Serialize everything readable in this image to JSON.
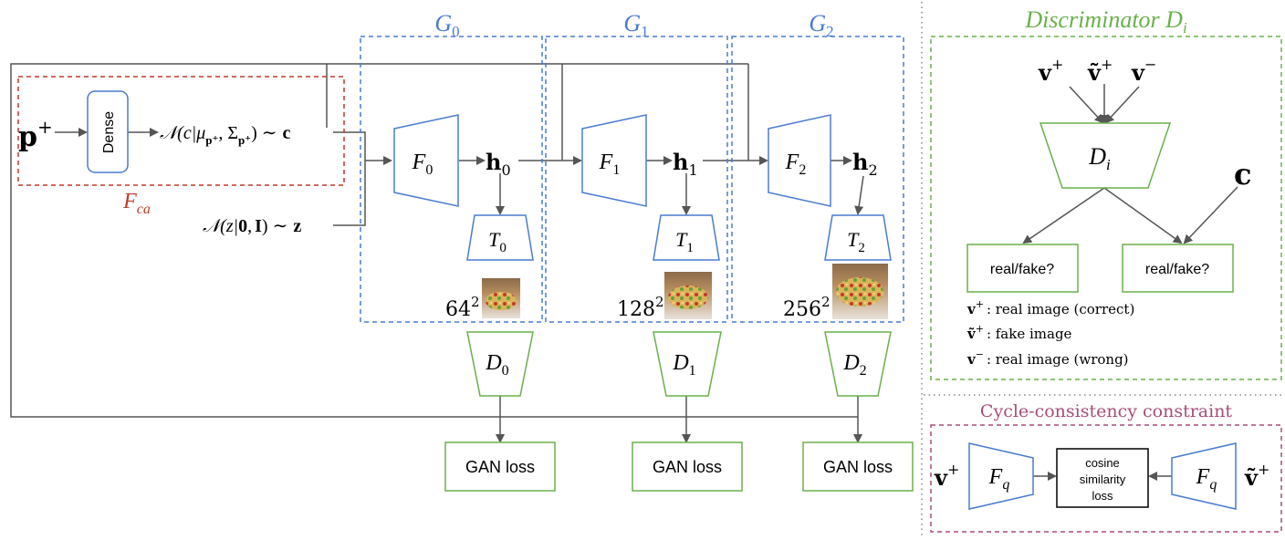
{
  "generators": {
    "g0": {
      "title_base": "G",
      "title_sub": "0",
      "res_base": "64",
      "res_exp": "2"
    },
    "g1": {
      "title_base": "G",
      "title_sub": "1",
      "res_base": "128",
      "res_exp": "2"
    },
    "g2": {
      "title_base": "G",
      "title_sub": "2",
      "res_base": "256",
      "res_exp": "2"
    }
  },
  "input": {
    "p": "p",
    "p_sup": "+",
    "dense_label": "Dense",
    "fca_base": "F",
    "fca_sub": "ca",
    "cond_dist": "𝒩(c|μ",
    "cond_mu_sub": "p⁺",
    "cond_sigma": ", Σ",
    "cond_sigma_sub": "p⁺",
    "cond_tail": ") ∼",
    "c": "c",
    "noise_dist": "𝒩(z|",
    "noise_zero": "0",
    "noise_comma": ",",
    "noise_I": "I",
    "noise_tail": ") ∼",
    "z": "z"
  },
  "blocks": {
    "f0": {
      "base": "F",
      "sub": "0"
    },
    "f1": {
      "base": "F",
      "sub": "1"
    },
    "f2": {
      "base": "F",
      "sub": "2"
    },
    "h0": {
      "base": "h",
      "sub": "0"
    },
    "h1": {
      "base": "h",
      "sub": "1"
    },
    "h2": {
      "base": "h",
      "sub": "2"
    },
    "t0": {
      "base": "T",
      "sub": "0"
    },
    "t1": {
      "base": "T",
      "sub": "1"
    },
    "t2": {
      "base": "T",
      "sub": "2"
    },
    "d0": {
      "base": "D",
      "sub": "0"
    },
    "d1": {
      "base": "D",
      "sub": "1"
    },
    "d2": {
      "base": "D",
      "sub": "2"
    }
  },
  "gan_loss_label": "GAN loss",
  "discriminator": {
    "title": "Discriminator D",
    "title_sub": "i",
    "inputs": {
      "v_plus": "v",
      "v_plus_sup": "+",
      "vt_plus": "ṽ",
      "vt_plus_sup": "+",
      "v_minus": "v",
      "v_minus_sup": "−"
    },
    "block_base": "D",
    "block_sub": "i",
    "c": "c",
    "real_fake": "real/fake?",
    "legend": [
      {
        "sym": "v",
        "sup": "+",
        "text": ": real image (correct)"
      },
      {
        "sym": "ṽ",
        "sup": "+",
        "text": ": fake image"
      },
      {
        "sym": "v",
        "sup": "−",
        "text": ": real image (wrong)"
      }
    ]
  },
  "cycle": {
    "title": "Cycle-consistency constraint",
    "v_left": "v",
    "v_left_sup": "+",
    "v_right": "ṽ",
    "v_right_sup": "+",
    "fq_base": "F",
    "fq_sub": "q",
    "loss_line1": "cosine",
    "loss_line2": "similarity",
    "loss_line3": "loss"
  },
  "colors": {
    "blue": "#4a7bd0",
    "green": "#6ab04c",
    "red": "#c0392b",
    "purple": "#a64d79",
    "line": "#555555",
    "gray_dots": "#888888"
  }
}
